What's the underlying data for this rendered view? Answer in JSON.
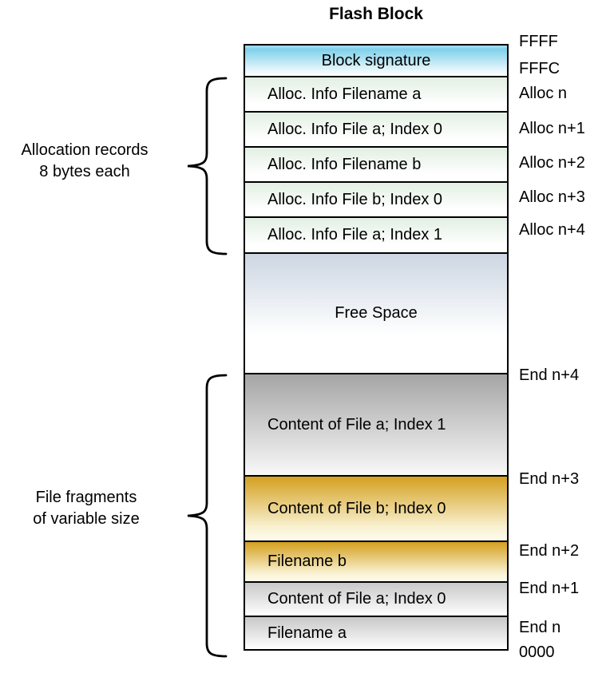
{
  "title": "Flash Block",
  "block": {
    "segments": [
      {
        "name": "block-signature",
        "label": "Block signature"
      },
      {
        "name": "alloc-info-filename-a",
        "label": "Alloc. Info Filename a"
      },
      {
        "name": "alloc-info-file-a-index-0",
        "label": "Alloc. Info File a; Index 0"
      },
      {
        "name": "alloc-info-filename-b",
        "label": "Alloc. Info Filename b"
      },
      {
        "name": "alloc-info-file-b-index-0",
        "label": "Alloc. Info File b; Index 0"
      },
      {
        "name": "alloc-info-file-a-index-1",
        "label": "Alloc. Info File a; Index 1"
      },
      {
        "name": "free-space",
        "label": "Free Space"
      },
      {
        "name": "content-file-a-index-1",
        "label": "Content of File a; Index 1"
      },
      {
        "name": "content-file-b-index-0",
        "label": "Content of File b; Index 0"
      },
      {
        "name": "filename-b",
        "label": "Filename b"
      },
      {
        "name": "content-file-a-index-0",
        "label": "Content of File a; Index 0"
      },
      {
        "name": "filename-a",
        "label": "Filename a"
      }
    ]
  },
  "addresses": [
    "FFFF",
    "FFFC",
    "Alloc n",
    "Alloc n+1",
    "Alloc n+2",
    "Alloc n+3",
    "Alloc n+4",
    "End n+4",
    "End n+3",
    "End n+2",
    "End n+1",
    "End n",
    "0000"
  ],
  "annotations": {
    "alloc_records": {
      "line1": "Allocation records",
      "line2": "8 bytes each"
    },
    "file_fragments": {
      "line1": "File fragments",
      "line2": "of variable size"
    }
  },
  "colors": {
    "signature_blue": "#7fd0ea",
    "alloc_green": "#e2efe3",
    "free_space_blue": "#ccd6e2",
    "content_gray_dark": "#a5a5a5",
    "content_gold": "#d4a01f",
    "content_gray_light": "#c8c8c8",
    "border": "#000000"
  }
}
